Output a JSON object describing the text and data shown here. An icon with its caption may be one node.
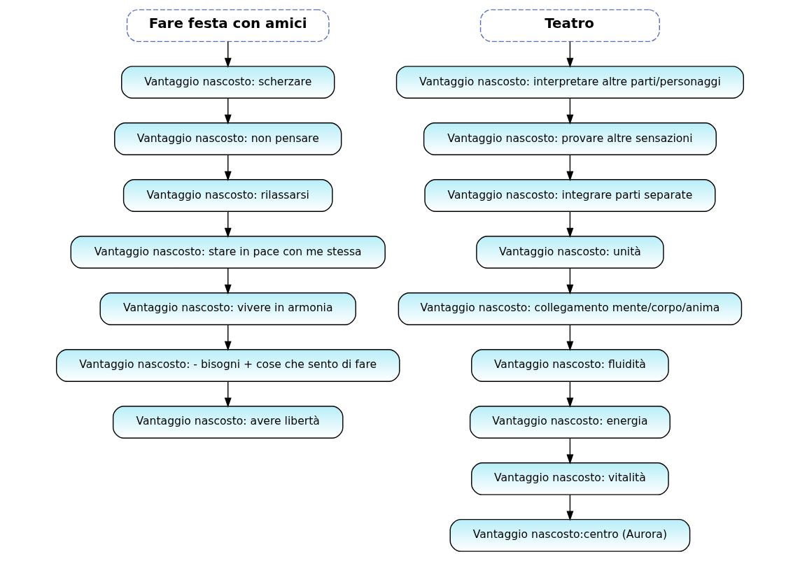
{
  "diagram": {
    "nodes": [
      {
        "text": [
          "Fare festa con amici"
        ]
      },
      {
        "text": [
          "Vantaggio nascosto: scherzare"
        ]
      },
      {
        "text": [
          "Vantaggio nascosto: non pensare"
        ]
      },
      {
        "text": [
          "Vantaggio nascosto: rilassarsi"
        ]
      },
      {
        "text": [
          "Vantaggio nascosto: stare in pace con me stessa"
        ]
      },
      {
        "text": [
          "Vantaggio nascosto: vivere in armonia"
        ]
      },
      {
        "text": [
          "Vantaggio nascosto: - bisogni + cose che sento di fare"
        ]
      },
      {
        "text": [
          "Vantaggio nascosto: avere libertà"
        ]
      },
      {
        "text": [
          "Teatro"
        ]
      },
      {
        "text": [
          "Vantaggio nascosto: interpretare altre parti/personaggi"
        ]
      },
      {
        "text": [
          "Vantaggio nascosto: provare altre sensazioni"
        ]
      },
      {
        "text": [
          "Vantaggio nascosto: integrare parti separate"
        ]
      },
      {
        "text": [
          "Vantaggio nascosto: unità"
        ]
      },
      {
        "text": [
          "Vantaggio nascosto: collegamento mente/corpo/anima"
        ]
      },
      {
        "text": [
          "Vantaggio nascosto: fluidità"
        ]
      },
      {
        "text": [
          "Vantaggio nascosto: energia"
        ]
      },
      {
        "text": [
          "Vantaggio nascosto: vitalità"
        ]
      },
      {
        "text": [
          "Vantaggio nascosto:centro (Aurora)"
        ]
      }
    ],
    "edges": [
      {
        "from": 0,
        "to": 1,
        "arrow": "to"
      },
      {
        "from": 1,
        "to": 2,
        "arrow": "to"
      },
      {
        "from": 2,
        "to": 3,
        "arrow": "to"
      },
      {
        "from": 3,
        "to": 4,
        "arrow": "to"
      },
      {
        "from": 4,
        "to": 5,
        "arrow": "to"
      },
      {
        "from": 5,
        "to": 6,
        "arrow": "to"
      },
      {
        "from": 6,
        "to": 7,
        "arrow": "to"
      },
      {
        "from": 8,
        "to": 9,
        "arrow": "to"
      },
      {
        "from": 9,
        "to": 10,
        "arrow": "to"
      },
      {
        "from": 10,
        "to": 11,
        "arrow": "to"
      },
      {
        "from": 11,
        "to": 12,
        "arrow": "to"
      },
      {
        "from": 12,
        "to": 13,
        "arrow": "to"
      },
      {
        "from": 13,
        "to": 14,
        "arrow": "to"
      },
      {
        "from": 14,
        "to": 15,
        "arrow": "to"
      },
      {
        "from": 15,
        "to": 16,
        "arrow": "to"
      },
      {
        "from": 16,
        "to": 17,
        "arrow": "to"
      }
    ]
  }
}
